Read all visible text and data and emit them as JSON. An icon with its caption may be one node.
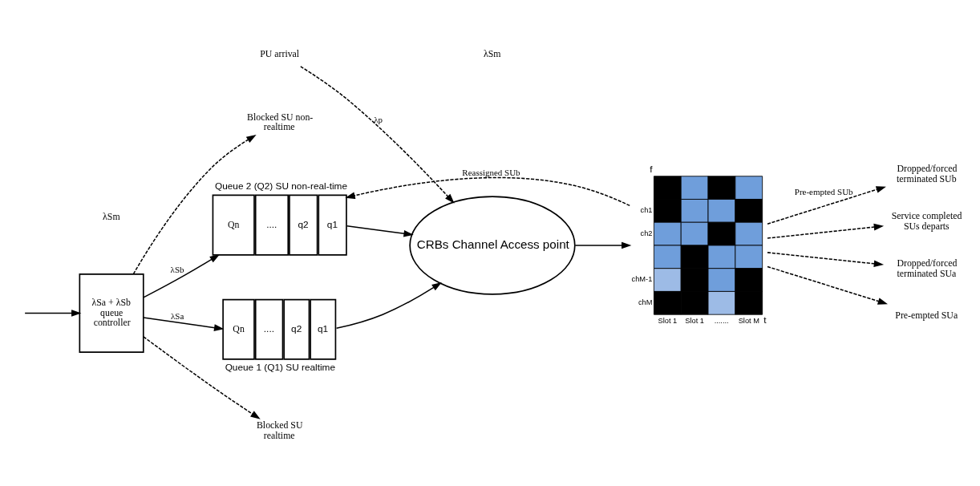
{
  "diagram": {
    "nodes": [
      {
        "text": [
          "λSa + λSb queue controller"
        ]
      },
      {
        "text": [
          "Queue 2 (Q2) SU non-real-time",
          "Qn",
          "....",
          "q2",
          "q1"
        ]
      },
      {
        "text": [
          "Queue 1 (Q1) SU realtime",
          "Qn",
          "....",
          "q2",
          "q1"
        ]
      },
      {
        "text": [
          "CRBs Channel Access point"
        ]
      },
      {
        "text": [
          "f",
          "ch1",
          "ch2",
          "chM-1",
          "chM",
          "Slot 1",
          "Slot 1",
          ".......",
          "Slot M",
          "t"
        ]
      },
      {
        "text": [
          "Blocked SU non-realtime"
        ]
      },
      {
        "text": [
          "Blocked SU realtime"
        ]
      },
      {
        "text": [
          "PU arrival"
        ]
      },
      {
        "text": [
          "Dropped/forced terminated SUb"
        ]
      },
      {
        "text": [
          "Service completed SUs departs"
        ]
      },
      {
        "text": [
          "Dropped/forced terminated SUa"
        ]
      },
      {
        "text": [
          "Pre-empted SUa"
        ]
      }
    ],
    "edges": [
      {
        "from": null,
        "to": 0,
        "arrow": "to"
      },
      {
        "from": 0,
        "to": 1,
        "arrow": "to",
        "label": "λSb"
      },
      {
        "from": 0,
        "to": 2,
        "arrow": "to",
        "label": "λSa"
      },
      {
        "from": 0,
        "to": 5,
        "arrow": "to",
        "style": "dashed"
      },
      {
        "from": 0,
        "to": 6,
        "arrow": "to",
        "style": "dashed"
      },
      {
        "from": 1,
        "to": 3,
        "arrow": "to"
      },
      {
        "from": 2,
        "to": 3,
        "arrow": "to"
      },
      {
        "from": 7,
        "to": 3,
        "arrow": "to",
        "style": "dashed",
        "label": "λp"
      },
      {
        "from": 3,
        "to": 4,
        "arrow": "to"
      },
      {
        "from": 4,
        "to": 8,
        "arrow": "to",
        "style": "dashed",
        "label": "Pre-empted SUb"
      },
      {
        "from": 4,
        "to": 9,
        "arrow": "to",
        "style": "dashed"
      },
      {
        "from": 4,
        "to": 10,
        "arrow": "to",
        "style": "dashed"
      },
      {
        "from": 4,
        "to": 11,
        "arrow": "to",
        "style": "dashed"
      },
      {
        "from": 4,
        "to": 1,
        "arrow": "to",
        "style": "dashed",
        "label": "Reassigned SUb"
      }
    ],
    "labels": [
      "λSm",
      "λSm"
    ]
  }
}
